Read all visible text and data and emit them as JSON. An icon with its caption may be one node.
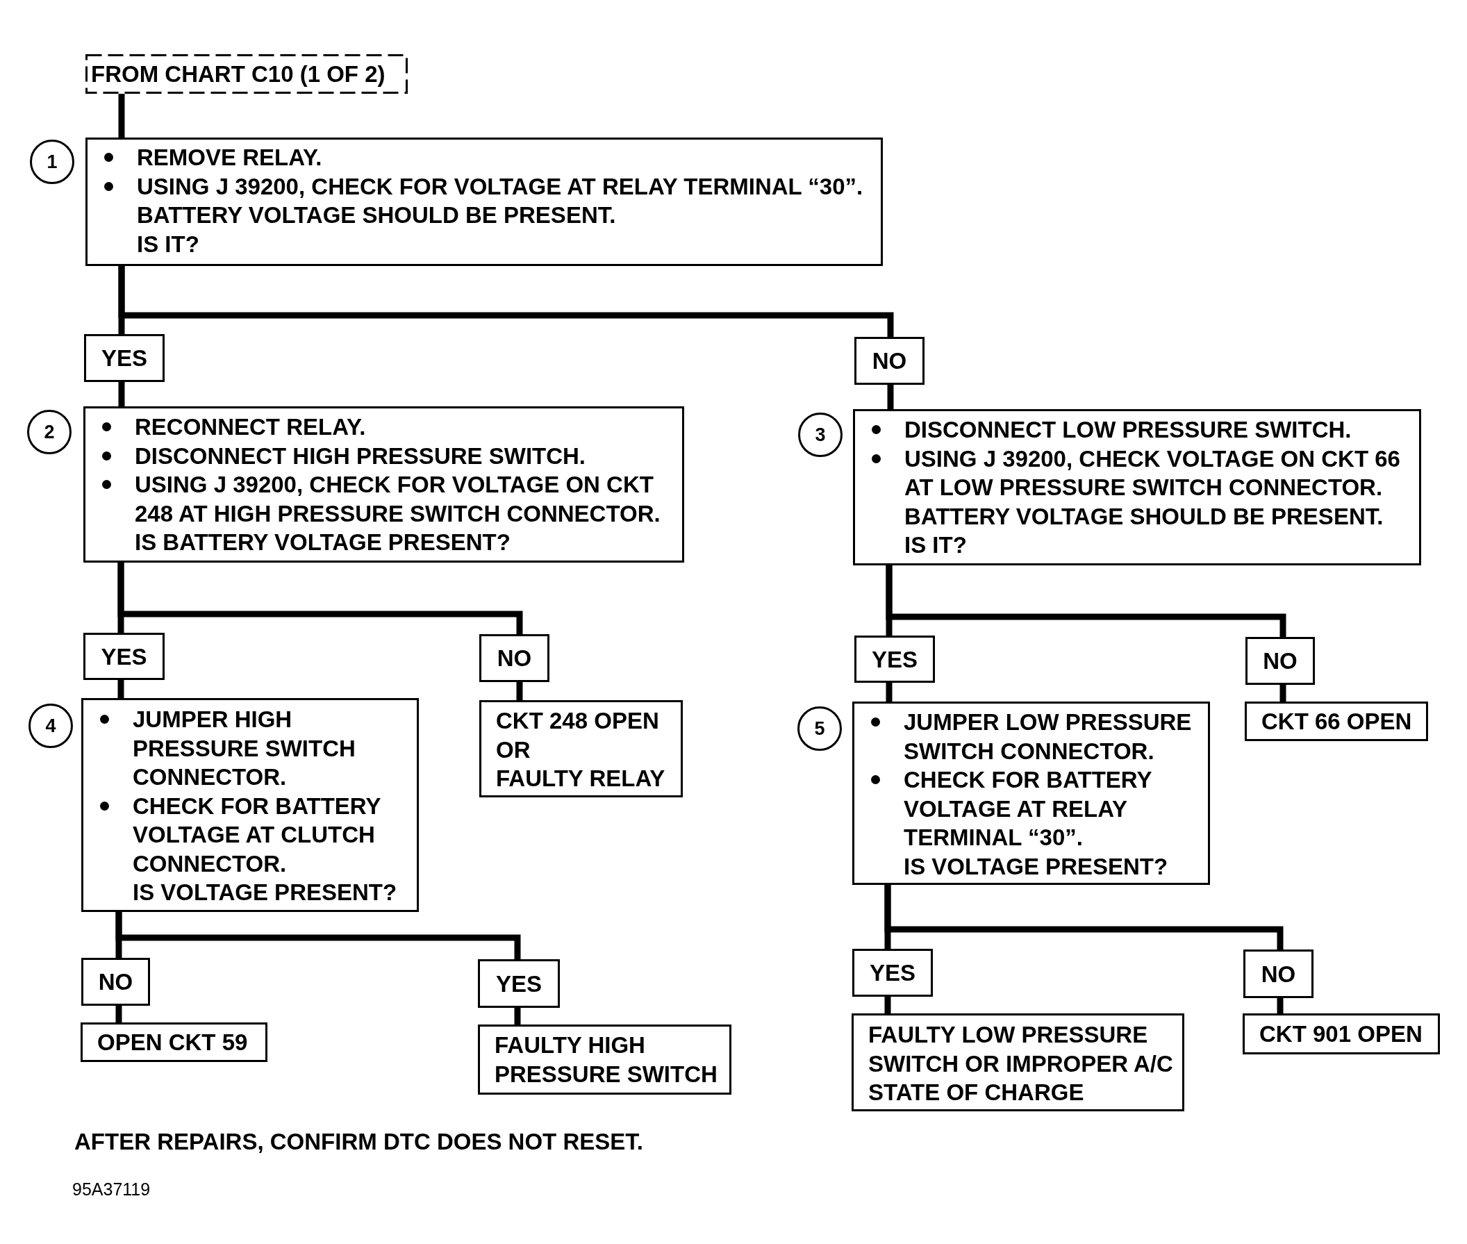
{
  "diagram": {
    "nodes": [
      {
        "text": [
          "FROM CHART C10 (1 OF 2)"
        ]
      },
      {
        "text": [
          "REMOVE RELAY.",
          "USING J 39200, CHECK FOR VOLTAGE AT RELAY TERMINAL “30”. BATTERY VOLTAGE SHOULD BE PRESENT.",
          "IS IT?"
        ],
        "beside": [
          "1"
        ]
      },
      {
        "text": [
          "YES"
        ]
      },
      {
        "text": [
          "NO"
        ]
      },
      {
        "text": [
          "RECONNECT RELAY.",
          "DISCONNECT HIGH PRESSURE SWITCH.",
          "USING J 39200, CHECK FOR VOLTAGE ON CKT 248 AT HIGH PRESSURE SWITCH CONNECTOR.",
          "IS BATTERY VOLTAGE PRESENT?"
        ],
        "beside": [
          "2"
        ]
      },
      {
        "text": [
          "DISCONNECT LOW PRESSURE SWITCH.",
          "USING J 39200, CHECK VOLTAGE ON CKT 66 AT LOW PRESSURE SWITCH CONNECTOR. BATTERY VOLTAGE SHOULD BE PRESENT.",
          "IS IT?"
        ],
        "beside": [
          "3"
        ]
      },
      {
        "text": [
          "YES"
        ]
      },
      {
        "text": [
          "NO"
        ]
      },
      {
        "text": [
          "YES"
        ]
      },
      {
        "text": [
          "NO"
        ]
      },
      {
        "text": [
          "JUMPER HIGH PRESSURE SWITCH CONNECTOR.",
          "CHECK FOR BATTERY VOLTAGE AT CLUTCH CONNECTOR.",
          "IS VOLTAGE PRESENT?"
        ],
        "beside": [
          "4"
        ]
      },
      {
        "text": [
          "CKT 248 OPEN",
          "OR",
          "FAULTY RELAY"
        ]
      },
      {
        "text": [
          "JUMPER LOW PRESSURE SWITCH CONNECTOR.",
          "CHECK FOR BATTERY VOLTAGE AT RELAY TERMINAL “30”.",
          "IS VOLTAGE PRESENT?"
        ],
        "beside": [
          "5"
        ]
      },
      {
        "text": [
          "CKT 66 OPEN"
        ]
      },
      {
        "text": [
          "NO"
        ]
      },
      {
        "text": [
          "YES"
        ]
      },
      {
        "text": [
          "YES"
        ]
      },
      {
        "text": [
          "NO"
        ]
      },
      {
        "text": [
          "OPEN CKT 59"
        ]
      },
      {
        "text": [
          "FAULTY HIGH PRESSURE SWITCH"
        ]
      },
      {
        "text": [
          "FAULTY LOW PRESSURE SWITCH OR IMPROPER A/C STATE OF CHARGE"
        ]
      },
      {
        "text": [
          "CKT 901 OPEN"
        ]
      }
    ],
    "edges": [
      {
        "from": 0,
        "to": 1,
        "arrow": "none"
      },
      {
        "from": 1,
        "to": 2,
        "arrow": "none"
      },
      {
        "from": 1,
        "to": 3,
        "arrow": "none"
      },
      {
        "from": 2,
        "to": 4,
        "arrow": "none"
      },
      {
        "from": 3,
        "to": 5,
        "arrow": "none"
      },
      {
        "from": 4,
        "to": 6,
        "arrow": "none"
      },
      {
        "from": 4,
        "to": 7,
        "arrow": "none"
      },
      {
        "from": 6,
        "to": 10,
        "arrow": "none"
      },
      {
        "from": 7,
        "to": 11,
        "arrow": "none"
      },
      {
        "from": 5,
        "to": 8,
        "arrow": "none"
      },
      {
        "from": 5,
        "to": 9,
        "arrow": "none"
      },
      {
        "from": 8,
        "to": 12,
        "arrow": "none"
      },
      {
        "from": 9,
        "to": 13,
        "arrow": "none"
      },
      {
        "from": 10,
        "to": 14,
        "arrow": "none"
      },
      {
        "from": 10,
        "to": 15,
        "arrow": "none"
      },
      {
        "from": 14,
        "to": 18,
        "arrow": "none"
      },
      {
        "from": 15,
        "to": 19,
        "arrow": "none"
      },
      {
        "from": 12,
        "to": 16,
        "arrow": "none"
      },
      {
        "from": 12,
        "to": 17,
        "arrow": "none"
      },
      {
        "from": 16,
        "to": 20,
        "arrow": "none"
      },
      {
        "from": 17,
        "to": 21,
        "arrow": "none"
      }
    ],
    "labels": [
      "AFTER REPAIRS, CONFIRM DTC DOES NOT RESET.",
      "95A37119"
    ]
  }
}
